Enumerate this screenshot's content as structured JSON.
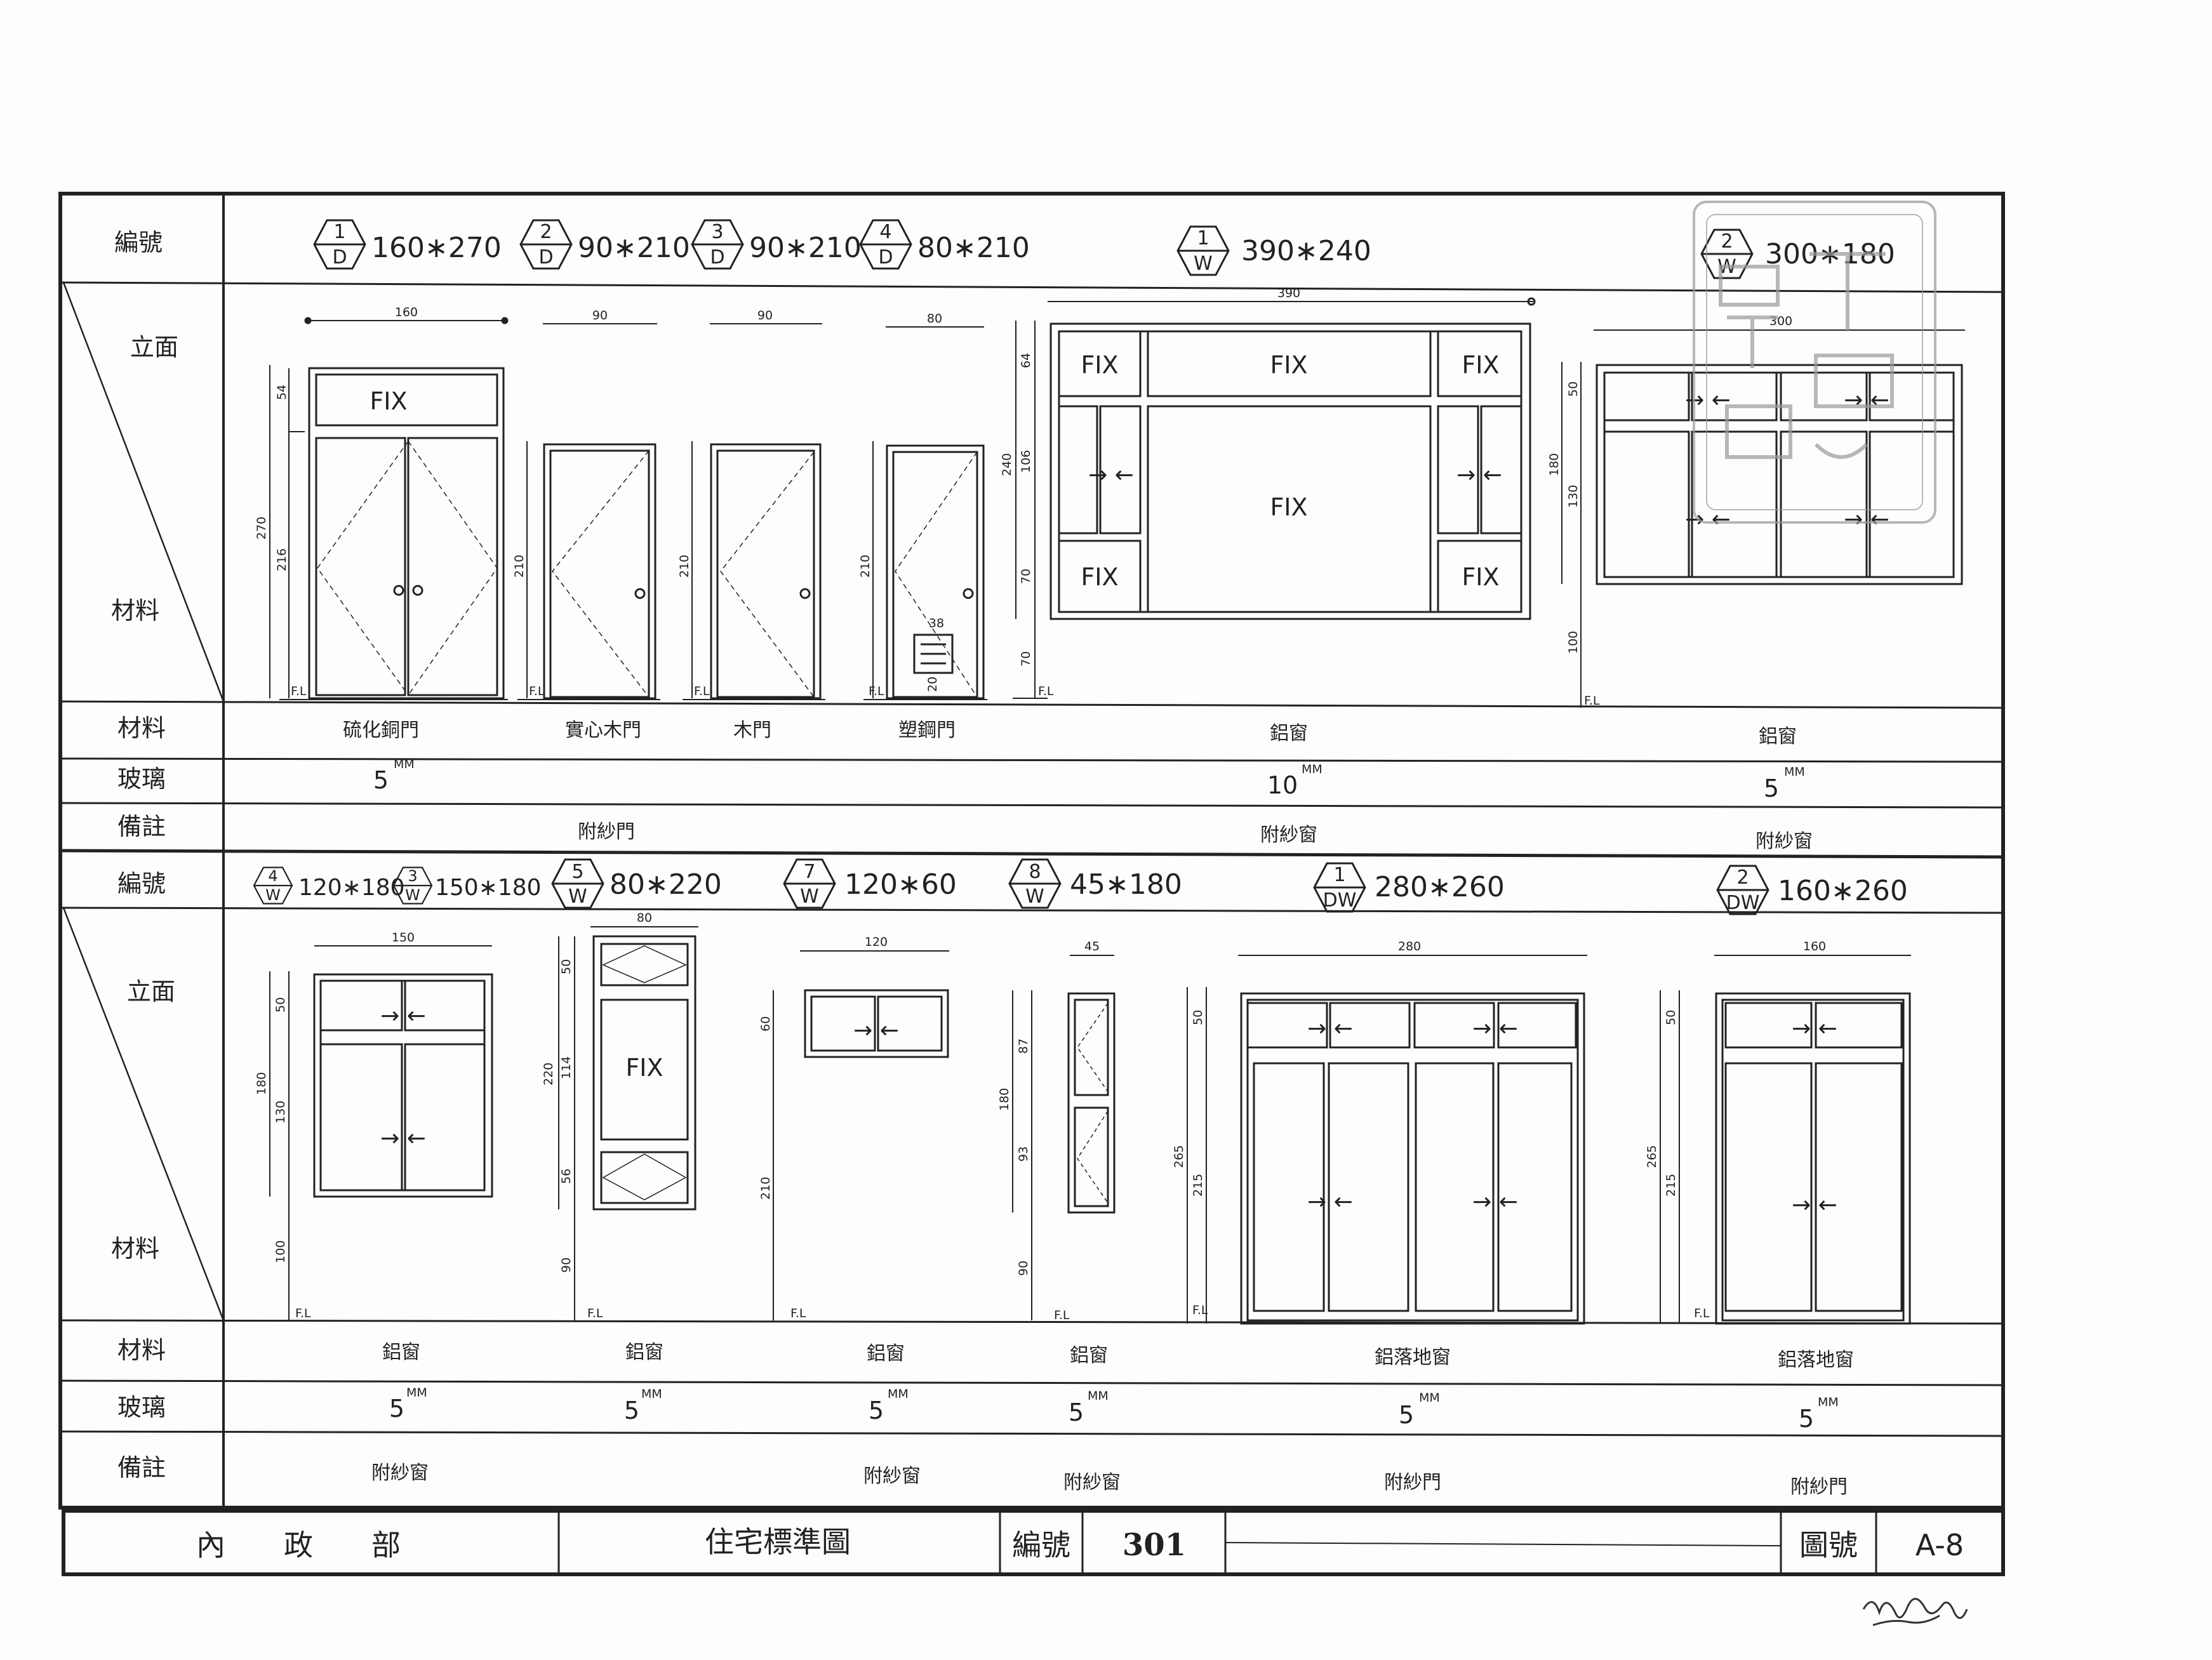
{
  "section1": {
    "row_labels": {
      "code": "編號",
      "elevation": "立面",
      "material_in": "材料",
      "material": "材料",
      "glass": "玻璃",
      "note": "備註"
    },
    "items": [
      {
        "tag_num": "1",
        "tag_letter": "D",
        "size": "160∗270",
        "width": "160",
        "top": "54",
        "lower": "216",
        "total": "270",
        "fl": "F.L",
        "fix": "FIX",
        "material": "硫化銅門"
      },
      {
        "tag_num": "2",
        "tag_letter": "D",
        "size": "90∗210",
        "width": "90",
        "total": "210",
        "fl": "F.L",
        "material": "實心木門",
        "note": "附紗門"
      },
      {
        "tag_num": "3",
        "tag_letter": "D",
        "size": "90∗210",
        "width": "90",
        "total": "210",
        "fl": "F.L",
        "material": "木門"
      },
      {
        "tag_num": "4",
        "tag_letter": "D",
        "size": "80∗210",
        "width": "80",
        "total": "210",
        "vent_w": "38",
        "vent_h": "20",
        "fl": "F.L",
        "material": "塑鋼門"
      },
      {
        "tag_num": "1",
        "tag_letter": "W",
        "size": "390∗240",
        "width": "390",
        "d1": "64",
        "d2": "106",
        "d3": "70",
        "sill": "70",
        "total": "240",
        "fl": "F.L",
        "fix": "FIX",
        "material": "鋁窗",
        "note": "附紗窗"
      },
      {
        "tag_num": "2",
        "tag_letter": "W",
        "size": "300∗180",
        "width": "300",
        "d1": "50",
        "d2": "130",
        "total": "180",
        "sill": "100",
        "fl": "F.L",
        "material": "鋁窗",
        "note": "附紗窗"
      }
    ],
    "glass": [
      {
        "value": "5",
        "unit": "MM"
      },
      {
        "value": "10",
        "unit": "MM"
      },
      {
        "value": "5",
        "unit": "MM"
      }
    ]
  },
  "section2": {
    "row_labels": {
      "code": "編號",
      "elevation": "立面",
      "material_in": "材料",
      "material": "材料",
      "glass": "玻璃",
      "note": "備註"
    },
    "items": [
      {
        "tag_num": "4",
        "tag_letter": "W",
        "size": "120∗180",
        "tag2_num": "3",
        "tag2_letter": "W",
        "size2": "150∗180",
        "width": "150",
        "d1": "50",
        "d2": "130",
        "total": "180",
        "sill": "100",
        "fl": "F.L",
        "material": "鋁窗",
        "glass": "5",
        "glass_unit": "MM",
        "note": "附紗窗"
      },
      {
        "tag_num": "5",
        "tag_letter": "W",
        "size": "80∗220",
        "width": "80",
        "d1": "50",
        "d2": "114",
        "d3": "56",
        "total": "220",
        "sill": "90",
        "fl": "F.L",
        "fix": "FIX",
        "material": "鋁窗",
        "glass": "5",
        "glass_unit": "MM"
      },
      {
        "tag_num": "7",
        "tag_letter": "W",
        "size": "120∗60",
        "width": "120",
        "d1": "60",
        "sill": "210",
        "fl": "F.L",
        "material": "鋁窗",
        "glass": "5",
        "glass_unit": "MM",
        "note": "附紗窗"
      },
      {
        "tag_num": "8",
        "tag_letter": "W",
        "size": "45∗180",
        "width": "45",
        "d1": "87",
        "d2": "93",
        "total": "180",
        "sill": "90",
        "fl": "F.L",
        "material": "鋁窗",
        "glass": "5",
        "glass_unit": "MM",
        "note": "附紗窗"
      },
      {
        "tag_num": "1",
        "tag_letter": "DW",
        "size": "280∗260",
        "width": "280",
        "d1": "50",
        "d2": "215",
        "total": "265",
        "fl": "F.L",
        "material": "鋁落地窗",
        "glass": "5",
        "glass_unit": "MM",
        "note": "附紗門"
      },
      {
        "tag_num": "2",
        "tag_letter": "DW",
        "size": "160∗260",
        "width": "160",
        "d1": "50",
        "d2": "215",
        "total": "265",
        "fl": "F.L",
        "material": "鋁落地窗",
        "glass": "5",
        "glass_unit": "MM",
        "note": "附紗門"
      }
    ]
  },
  "title_block": {
    "authority": "內　　政　　部",
    "title": "住宅標準圖",
    "number_label": "編號",
    "number": "301",
    "sheet_label": "圖號",
    "sheet": "A-8"
  },
  "colors": {
    "ink": "#222222",
    "paper": "#fdfdfd",
    "stamp": "#9a9a9a"
  }
}
